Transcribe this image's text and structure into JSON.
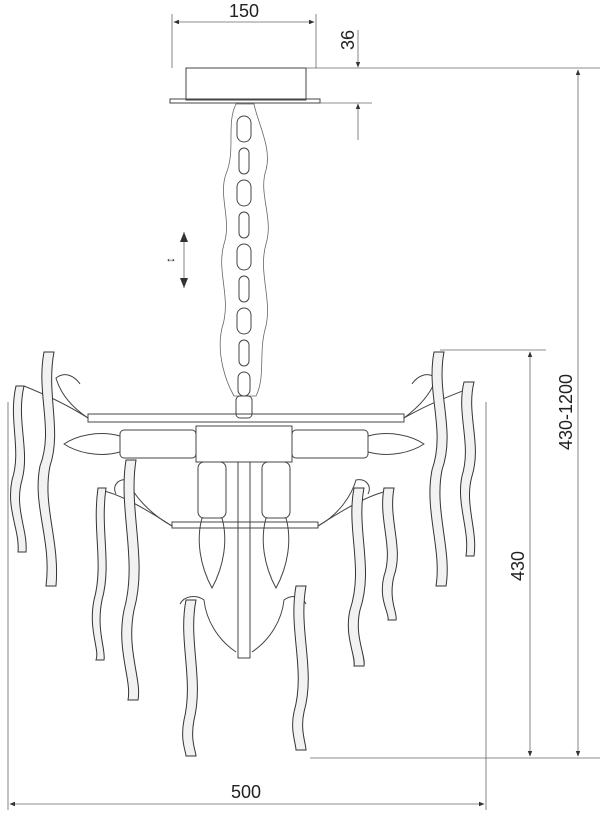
{
  "dimensions": {
    "canopy_width": "150",
    "canopy_height": "36",
    "total_height": "430-1200",
    "body_height": "430",
    "width": "500"
  },
  "chain_adjust_symbol": "↕",
  "colors": {
    "line": "#444444",
    "background": "#ffffff"
  }
}
